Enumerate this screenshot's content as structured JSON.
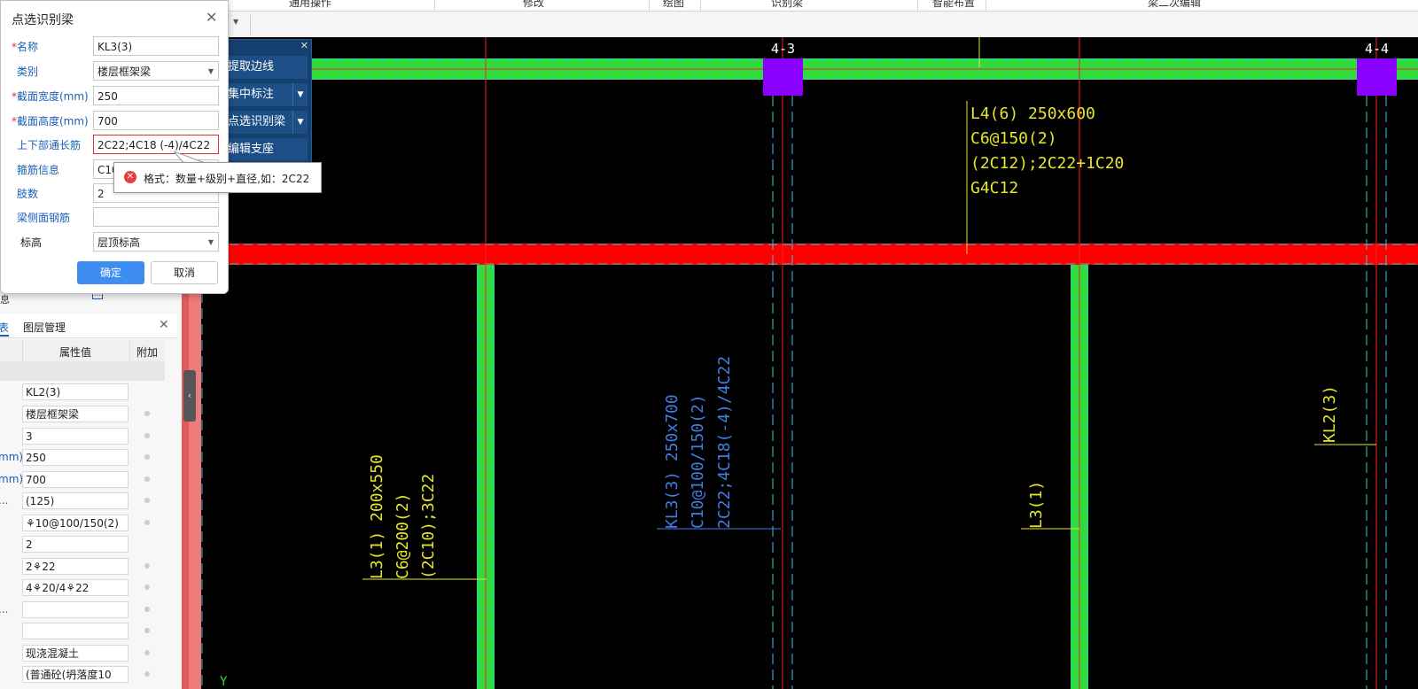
{
  "ribbon": {
    "items": [
      "通用操作",
      "修改",
      "绘图",
      "识别梁",
      "智能布置",
      "梁二次编辑"
    ]
  },
  "tool_panel": {
    "buttons": [
      "提取边线",
      "集中标注",
      "点选识别梁",
      "编辑支座"
    ]
  },
  "dialog": {
    "title": "点选识别梁",
    "fields": [
      {
        "label": "名称",
        "required": true,
        "value": "KL3(3)"
      },
      {
        "label": "类别",
        "required": false,
        "value": "楼层框架梁",
        "type": "select"
      },
      {
        "label": "截面宽度(mm)",
        "required": true,
        "value": "250"
      },
      {
        "label": "截面高度(mm)",
        "required": true,
        "value": "700"
      },
      {
        "label": "上下部通长筋",
        "required": false,
        "value": "2C22;4C18 (-4)/4C22",
        "error": true
      },
      {
        "label": "箍筋信息",
        "required": false,
        "value": "C10"
      },
      {
        "label": "肢数",
        "required": false,
        "value": "2"
      },
      {
        "label": "梁侧面钢筋",
        "required": false,
        "value": ""
      },
      {
        "label": "标高",
        "required": false,
        "value": "层顶标高",
        "type": "select"
      }
    ],
    "ok_label": "确定",
    "cancel_label": "取消"
  },
  "tooltip": {
    "message": "格式：数量+级别+直径,如：2C22"
  },
  "properties": {
    "tabs": [
      "表",
      "图层管理"
    ],
    "col_value": "属性值",
    "col_extra": "附加",
    "rows": [
      {
        "label": "",
        "value": "KL2(3)",
        "dot": false
      },
      {
        "label": "",
        "value": "楼层框架梁",
        "dot": true
      },
      {
        "label": "",
        "value": "3",
        "dot": true
      },
      {
        "label": "mm)",
        "value": "250",
        "dot": true
      },
      {
        "label": "mm)",
        "value": "700",
        "dot": true
      },
      {
        "label": "...",
        "value": "(125)",
        "dot": true
      },
      {
        "label": "",
        "value": "⚘10@100/150(2)",
        "dot": true
      },
      {
        "label": "",
        "value": "2",
        "dot": true
      },
      {
        "label": "",
        "value": "2⚘22",
        "dot": true
      },
      {
        "label": "",
        "value": "4⚘20/4⚘22",
        "dot": true
      },
      {
        "label": "...",
        "value": "",
        "dot": true
      },
      {
        "label": "",
        "value": "",
        "dot": true
      },
      {
        "label": "",
        "value": "现浇混凝土",
        "dot": true
      },
      {
        "label": "",
        "value": "(普通砼(坍落度10",
        "dot": true
      }
    ]
  },
  "cad": {
    "axis_labels": [
      "4-3",
      "4-4"
    ],
    "axis_y": "Y",
    "annotations": {
      "l4": [
        "L4(6) 250x600",
        "C6@150(2)",
        "(2C12);2C22+1C20",
        "G4C12"
      ],
      "l3_left": [
        "L3(1) 200x550",
        "C6@200(2)",
        "(2C10);3C22"
      ],
      "kl3": [
        "KL3(3) 250x700",
        "C10@100/150(2)",
        "2C22;4C18(-4)/4C22"
      ],
      "l3_right": [
        "L3(1)"
      ],
      "kl2": [
        "KL2(3)"
      ]
    },
    "colors": {
      "beam_green": "#2fdc3c",
      "beam_red": "#ff0000",
      "column_purple": "#8a00ff",
      "annotation_yellow": "#e6e62e",
      "annotation_blue": "#3f7fe0",
      "axis_cyan": "#35c8d6"
    }
  }
}
